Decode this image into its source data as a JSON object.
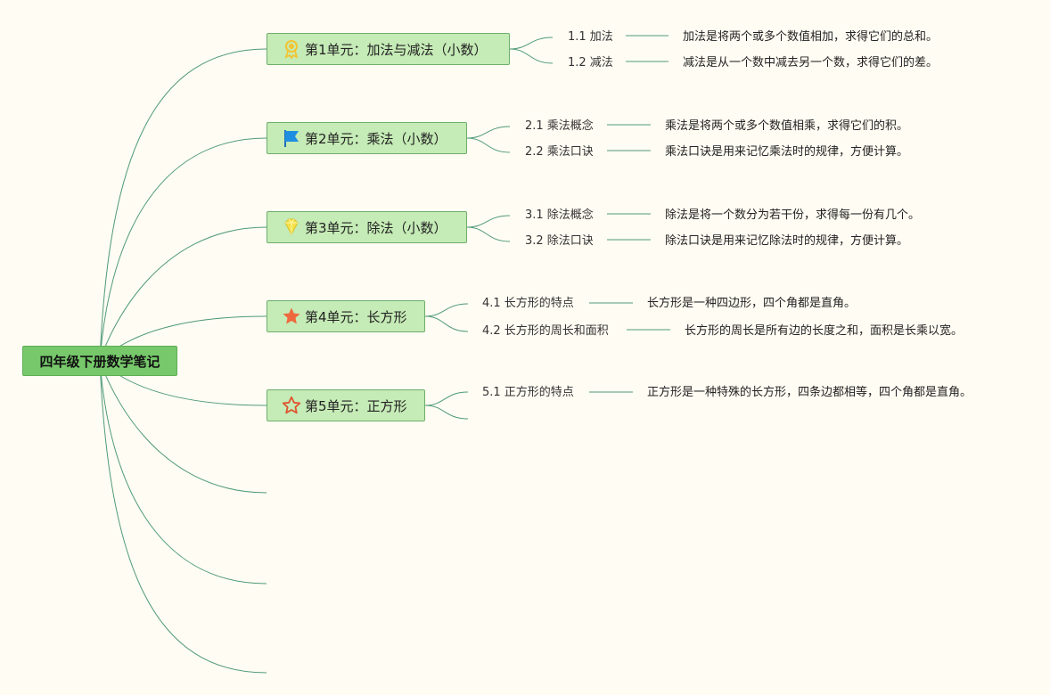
{
  "root": {
    "label": "四年级下册数学笔记"
  },
  "units": [
    {
      "label": "第1单元：加法与减法（小数）",
      "icon": "medal-icon",
      "icon_color": "#f2c432",
      "items": [
        {
          "label": "1.1 加法",
          "desc": "加法是将两个或多个数值相加，求得它们的总和。"
        },
        {
          "label": "1.2 减法",
          "desc": "减法是从一个数中减去另一个数，求得它们的差。"
        }
      ]
    },
    {
      "label": "第2单元：乘法（小数）",
      "icon": "flag-icon",
      "icon_color": "#1e8fe0",
      "items": [
        {
          "label": "2.1 乘法概念",
          "desc": "乘法是将两个或多个数值相乘，求得它们的积。"
        },
        {
          "label": "2.2 乘法口诀",
          "desc": "乘法口诀是用来记忆乘法时的规律，方便计算。"
        }
      ]
    },
    {
      "label": "第3单元：除法（小数）",
      "icon": "gem-icon",
      "icon_color": "#f3e04a",
      "items": [
        {
          "label": "3.1 除法概念",
          "desc": "除法是将一个数分为若干份，求得每一份有几个。"
        },
        {
          "label": "3.2 除法口诀",
          "desc": "除法口诀是用来记忆除法时的规律，方便计算。"
        }
      ]
    },
    {
      "label": "第4单元：长方形",
      "icon": "star-filled-icon",
      "icon_color": "#ee6a3e",
      "items": [
        {
          "label": "4.1 长方形的特点",
          "desc": "长方形是一种四边形，四个角都是直角。"
        },
        {
          "label": "4.2 长方形的周长和面积",
          "desc": "长方形的周长是所有边的长度之和，面积是长乘以宽。"
        }
      ]
    },
    {
      "label": "第5单元：正方形",
      "icon": "star-outline-icon",
      "icon_color": "#e0532f",
      "items": [
        {
          "label": "5.1 正方形的特点",
          "desc": "正方形是一种特殊的长方形，四条边都相等，四个角都是直角。"
        }
      ]
    }
  ],
  "colors": {
    "line": "#4f9a79",
    "root_bg": "#76c86a",
    "unit_bg": "#c5ebb6"
  }
}
